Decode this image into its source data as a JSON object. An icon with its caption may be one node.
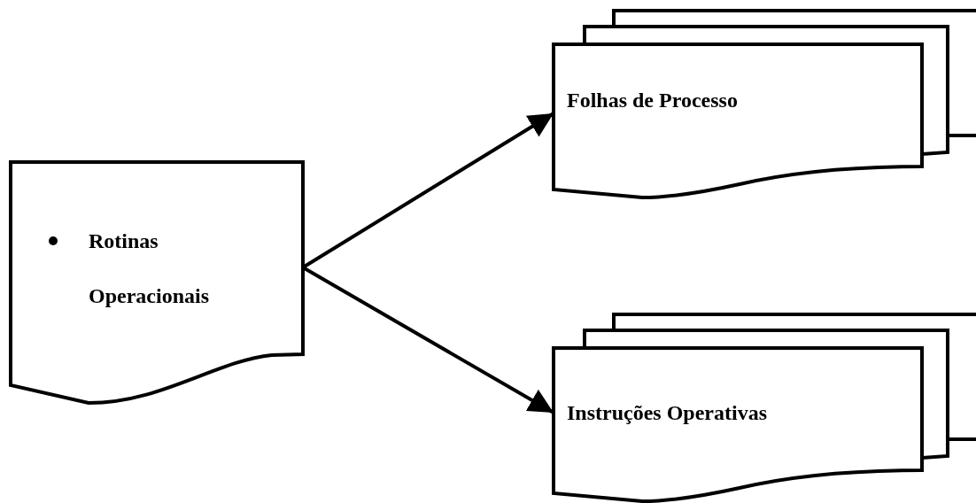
{
  "diagram": {
    "nodes": [
      {
        "text": [
          "Rotinas Operacionais"
        ]
      },
      {
        "text": [
          "Folhas de Processo"
        ]
      },
      {
        "text": [
          "Instruções Operativas"
        ]
      }
    ],
    "edges": [
      {
        "from": 0,
        "to": 1,
        "arrow": "to"
      },
      {
        "from": 0,
        "to": 2,
        "arrow": "to"
      }
    ]
  }
}
